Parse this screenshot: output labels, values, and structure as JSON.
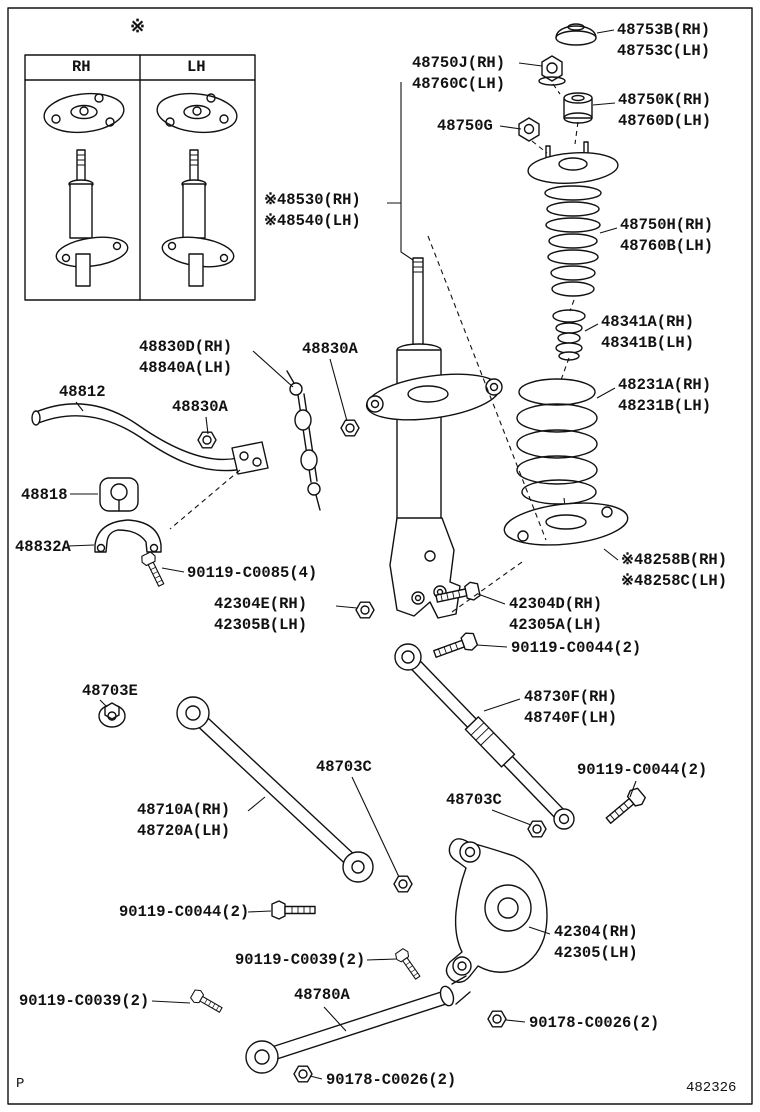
{
  "colors": {
    "ink": "#111111",
    "paper": "#ffffff"
  },
  "page": {
    "footer_left": "P",
    "diagram_code": "482326",
    "variant_marker": "※"
  },
  "inset": {
    "col_left": "RH",
    "col_right": "LH"
  },
  "labels": {
    "strut_cap": {
      "l1": "48753B(RH)",
      "l2": "48753C(LH)"
    },
    "support_nut": {
      "l1": "48750J(RH)",
      "l2": "48760C(LH)"
    },
    "support_cushion": {
      "l1": "48750K(RH)",
      "l2": "48760D(LH)"
    },
    "support_nut_lower": {
      "l1": "48750G"
    },
    "support_assy": {
      "l1": "48750H(RH)",
      "l2": "48760B(LH)"
    },
    "shock_absorber": {
      "l1": "※48530(RH)",
      "l2": "※48540(LH)"
    },
    "spring_bumper": {
      "l1": "48341A(RH)",
      "l2": "48341B(LH)"
    },
    "coil_spring": {
      "l1": "48231A(RH)",
      "l2": "48231B(LH)"
    },
    "stabilizer_link": {
      "l1": "48830D(RH)",
      "l2": "48840A(LH)"
    },
    "stabilizer_nut_upper": {
      "l1": "48830A"
    },
    "stabilizer_bar": {
      "l1": "48812"
    },
    "stabilizer_nut_lower": {
      "l1": "48830A"
    },
    "bar_bushing": {
      "l1": "48818"
    },
    "bar_bracket": {
      "l1": "48832A"
    },
    "bracket_bolt": {
      "l1": "90119-C0085(4)"
    },
    "cam_nut": {
      "l1": "42304E(RH)",
      "l2": "42305B(LH)"
    },
    "cam_bolt": {
      "l1": "42304D(RH)",
      "l2": "42305A(LH)"
    },
    "arm_bolt_a": {
      "l1": "90119-C0044(2)"
    },
    "spring_seat_lower": {
      "l1": "※48258B(RH)",
      "l2": "※48258C(LH)"
    },
    "cam_assembly": {
      "l1": "48703E"
    },
    "rear_arm": {
      "l1": "48730F(RH)",
      "l2": "48740F(LH)"
    },
    "arm_nut_a": {
      "l1": "48703C"
    },
    "arm_bolt_b": {
      "l1": "90119-C0044(2)"
    },
    "arm_nut_b": {
      "l1": "48703C"
    },
    "front_arm": {
      "l1": "48710A(RH)",
      "l2": "48720A(LH)"
    },
    "arm_bolt_c": {
      "l1": "90119-C0044(2)"
    },
    "knuckle": {
      "l1": "42304(RH)",
      "l2": "42305(LH)"
    },
    "rod_bolt_a": {
      "l1": "90119-C0039(2)"
    },
    "strut_rod": {
      "l1": "48780A"
    },
    "rod_bolt_b": {
      "l1": "90119-C0039(2)"
    },
    "rod_nut_a": {
      "l1": "90178-C0026(2)"
    },
    "rod_nut_b": {
      "l1": "90178-C0026(2)"
    }
  }
}
